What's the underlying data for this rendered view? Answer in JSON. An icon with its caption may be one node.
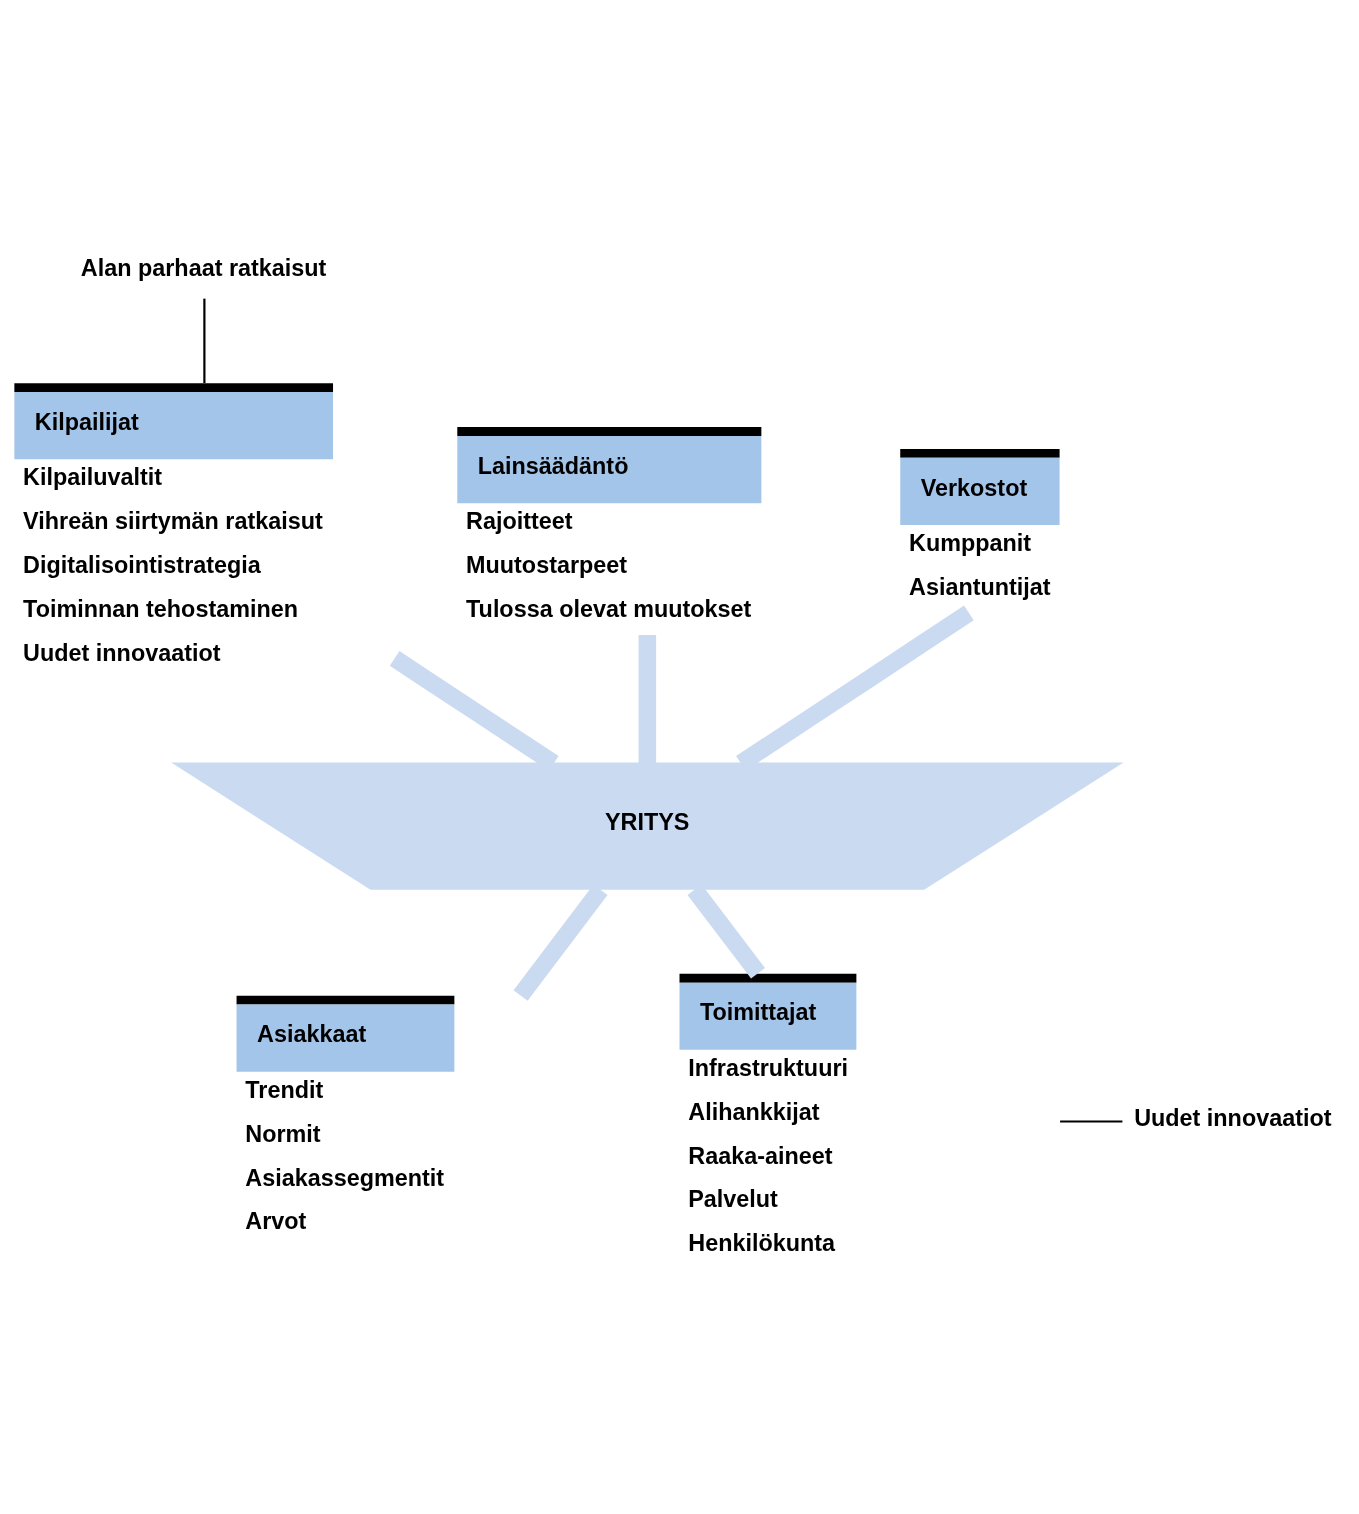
{
  "diagram": {
    "nodes": [
      {
        "text": [
          "Alan parhaat ratkaisut"
        ]
      },
      {
        "text": [
          "Verkostot"
        ],
        "beside": [
          "Kumppanit",
          "Asiantuntijat"
        ]
      },
      {
        "text": [
          "Kilpailijat"
        ],
        "beside": [
          "Kilpailuvaltit",
          "Vihreän siirtymän ratkaisut",
          "Digitalisointistrategia",
          "Toiminnan tehostaminen",
          "Uudet innovaatiot"
        ]
      },
      {
        "text": [
          "Lainsäädäntö"
        ],
        "beside": [
          "Rajoitteet",
          "Muutostarpeet",
          "Tulossa olevat muutokset"
        ]
      },
      {
        "text": [
          "YRITYS"
        ]
      },
      {
        "text": [
          "Asiakkaat"
        ],
        "beside": [
          "Trendit",
          "Normit",
          "Asiakassegmentit",
          "Arvot"
        ]
      },
      {
        "text": [
          "Toimittajat"
        ],
        "beside": [
          "Infrastruktuuri",
          "Alihankkijat",
          "Raaka-aineet",
          "Palvelut",
          "Henkilökunta"
        ]
      },
      {
        "text": [
          "Uudet innovaatiot"
        ]
      }
    ],
    "edges": [
      {
        "from": 0,
        "to": 2,
        "arrow": "none",
        "color": "#000000"
      },
      {
        "from": 3,
        "to": 4,
        "arrow": "none"
      },
      {
        "from": 1,
        "to": 4,
        "arrow": "none"
      },
      {
        "from": 2,
        "to": 4,
        "arrow": "none"
      },
      {
        "from": 4,
        "to": 5,
        "arrow": "none"
      },
      {
        "from": 4,
        "to": 6,
        "arrow": "none"
      },
      {
        "from": 6,
        "to": 7,
        "arrow": "none",
        "color": "#000000"
      }
    ]
  }
}
